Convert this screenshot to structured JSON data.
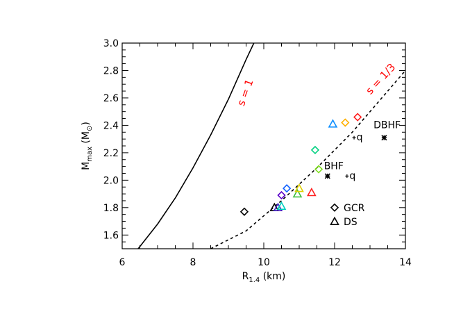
{
  "chart_data": {
    "type": "scatter",
    "xlabel": "R",
    "xlabel_sub": "1.4",
    "xlabel_unit": " (km)",
    "ylabel": "M",
    "ylabel_sub": "max",
    "ylabel_unit_open": " (M",
    "ylabel_unit_sub": "⊙",
    "ylabel_unit_close": ")",
    "xlim": [
      6,
      14
    ],
    "ylim": [
      1.5,
      3.0
    ],
    "xticks": [
      6,
      8,
      10,
      12,
      14
    ],
    "yticks": [
      1.6,
      1.8,
      2.0,
      2.2,
      2.4,
      2.6,
      2.8,
      3.0
    ],
    "ytick_labels": [
      "1.6",
      "1.8",
      "2.0",
      "2.2",
      "2.4",
      "2.6",
      "2.8",
      "3.0"
    ],
    "grid": false,
    "curves": [
      {
        "label": "s = 1",
        "style": "solid",
        "color": "#000000",
        "points": [
          [
            6.45,
            1.5
          ],
          [
            7.0,
            1.68
          ],
          [
            7.5,
            1.87
          ],
          [
            8.0,
            2.09
          ],
          [
            8.5,
            2.33
          ],
          [
            9.0,
            2.59
          ],
          [
            9.5,
            2.88
          ],
          [
            9.72,
            3.0
          ]
        ]
      },
      {
        "label": "s = 1/3",
        "style": "dashed",
        "color": "#000000",
        "points": [
          [
            8.5,
            1.5
          ],
          [
            9.5,
            1.63
          ],
          [
            10.5,
            1.85
          ],
          [
            11.5,
            2.09
          ],
          [
            12.5,
            2.35
          ],
          [
            13.5,
            2.65
          ],
          [
            14.0,
            2.8
          ]
        ]
      }
    ],
    "curve_label_color": "#ff0000",
    "series": [
      {
        "marker": "diamond",
        "points": [
          {
            "x": 9.45,
            "y": 1.77,
            "color": "#000000"
          },
          {
            "x": 10.5,
            "y": 1.89,
            "color": "#5a00c8"
          },
          {
            "x": 10.65,
            "y": 1.94,
            "color": "#1060ff"
          },
          {
            "x": 11.45,
            "y": 2.22,
            "color": "#00d080"
          },
          {
            "x": 11.55,
            "y": 2.08,
            "color": "#80e020"
          },
          {
            "x": 12.3,
            "y": 2.42,
            "color": "#ffb000"
          },
          {
            "x": 12.65,
            "y": 2.46,
            "color": "#ff2020"
          }
        ]
      },
      {
        "marker": "triangle",
        "points": [
          {
            "x": 10.3,
            "y": 1.8,
            "color": "#000000"
          },
          {
            "x": 10.4,
            "y": 1.8,
            "color": "#4020c0"
          },
          {
            "x": 10.5,
            "y": 1.81,
            "color": "#00d0c0"
          },
          {
            "x": 10.95,
            "y": 1.9,
            "color": "#40c040"
          },
          {
            "x": 11.0,
            "y": 1.94,
            "color": "#e0d000"
          },
          {
            "x": 11.35,
            "y": 1.91,
            "color": "#ff2020"
          },
          {
            "x": 11.95,
            "y": 2.41,
            "color": "#1090ff"
          }
        ]
      },
      {
        "marker": "star",
        "points": [
          {
            "x": 11.8,
            "y": 2.03,
            "color": "#000000"
          },
          {
            "x": 13.4,
            "y": 2.31,
            "color": "#000000"
          }
        ]
      },
      {
        "marker": "plus",
        "points": [
          {
            "x": 12.35,
            "y": 2.03,
            "color": "#000000"
          },
          {
            "x": 12.55,
            "y": 2.31,
            "color": "#000000"
          }
        ]
      }
    ],
    "annotations": [
      {
        "text": "BHF",
        "x": 11.7,
        "y": 2.08
      },
      {
        "text": "q",
        "x": 12.42,
        "y": 2.01
      },
      {
        "text": "DBHF",
        "x": 13.1,
        "y": 2.38
      },
      {
        "text": "q",
        "x": 12.62,
        "y": 2.29
      }
    ],
    "legend": {
      "position": "lower-right",
      "entries": [
        {
          "marker": "diamond",
          "label": "GCR"
        },
        {
          "marker": "triangle",
          "label": "DS"
        }
      ]
    }
  }
}
